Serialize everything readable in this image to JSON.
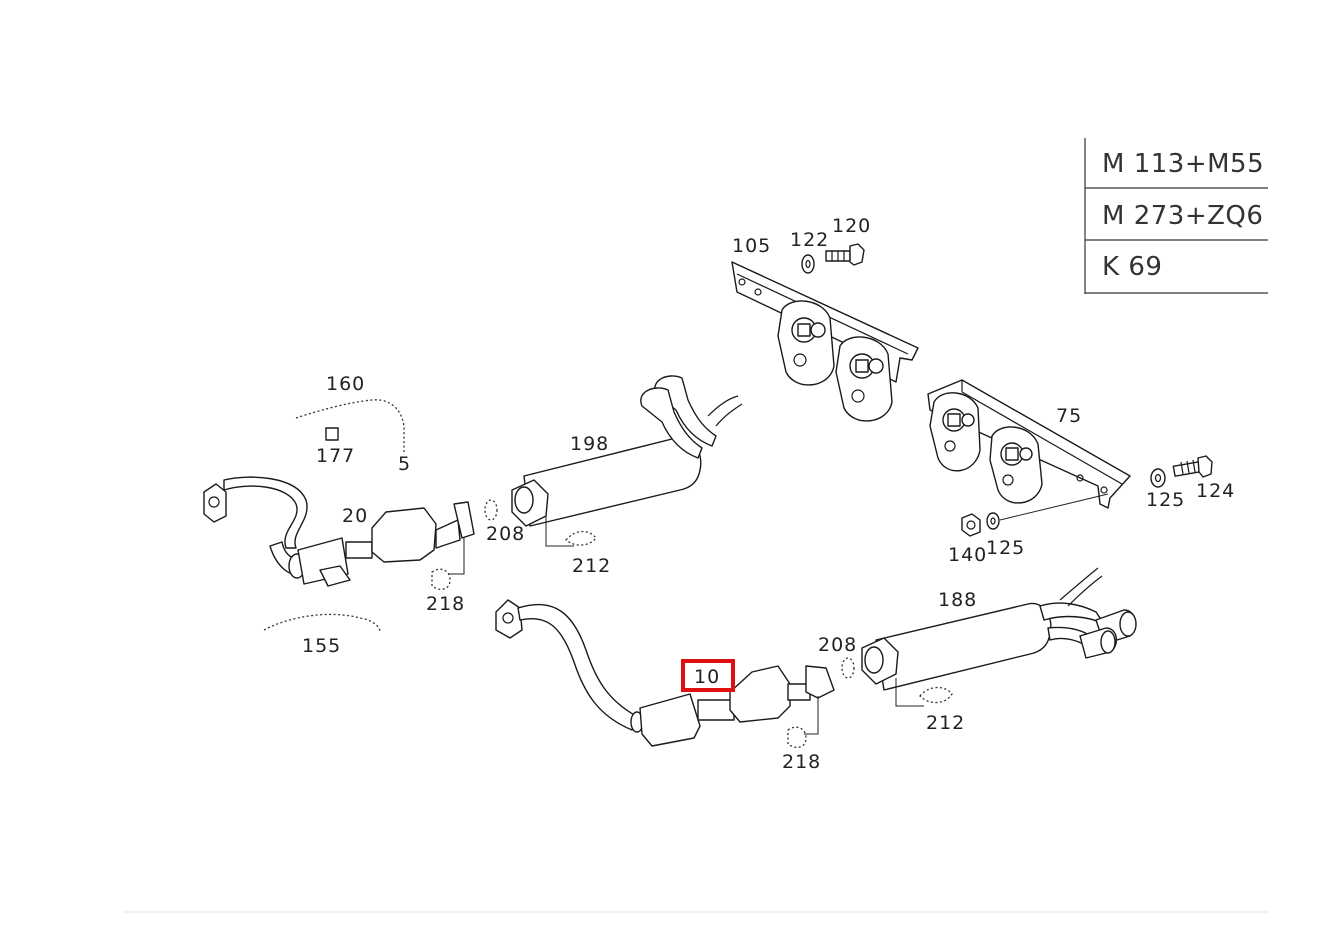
{
  "legend": [
    "M 113+M55",
    "M 273+ZQ6",
    "K 69"
  ],
  "highlight_color": "#e01010",
  "callouts": {
    "c105": "105",
    "c122": "122",
    "c120": "120",
    "c160": "160",
    "c177": "177",
    "c5": "5",
    "c198": "198",
    "c75": "75",
    "c20": "20",
    "c208a": "208",
    "c212a": "212",
    "c125a": "125",
    "c124": "124",
    "c140": "140",
    "c125b": "125",
    "c218a": "218",
    "c155": "155",
    "c188": "188",
    "c208b": "208",
    "c10": "10",
    "c212b": "212",
    "c218b": "218"
  }
}
